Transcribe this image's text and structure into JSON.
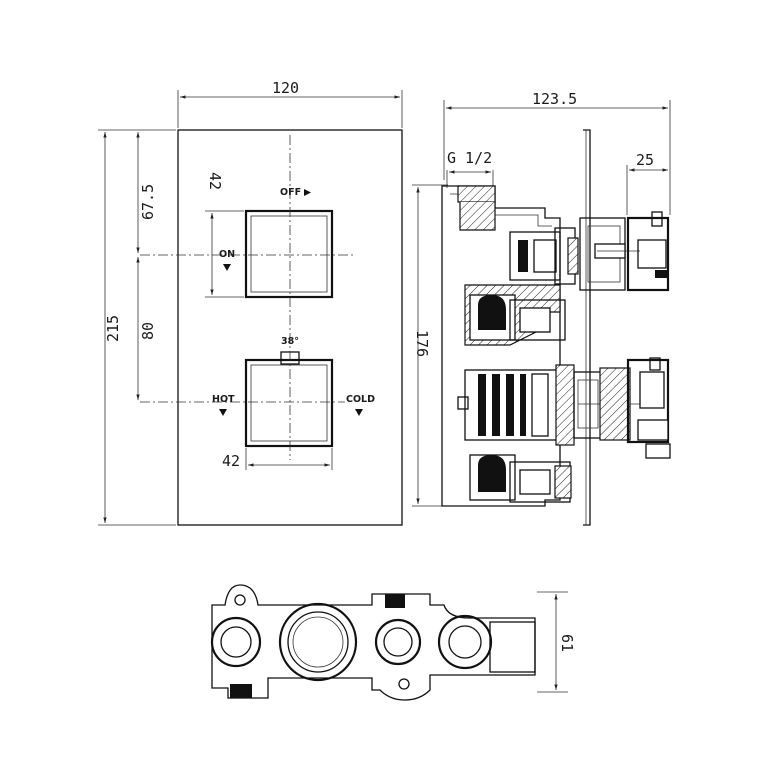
{
  "dimensions": {
    "front_width": "120",
    "front_height": "215",
    "handle_top_offset": "67.5",
    "handle_spacing": "80",
    "handle_top_size": "42",
    "handle_bottom_size": "42",
    "side_depth": "123.5",
    "side_height": "176",
    "side_protrusion": "25",
    "inlet_thread": "G 1/2",
    "body_depth": "61"
  },
  "labels": {
    "off": "OFF",
    "on": "ON",
    "hot": "HOT",
    "cold": "COLD",
    "temp": "38°"
  }
}
